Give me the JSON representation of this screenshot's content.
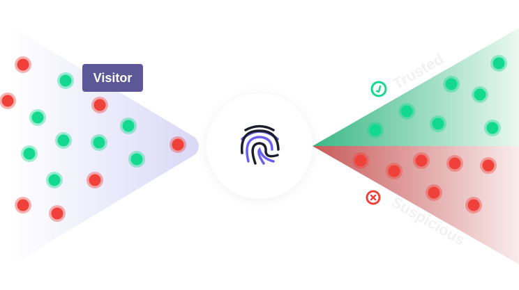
{
  "visitor_label": "Visitor",
  "trusted_label": "Trusted",
  "suspicious_label": "Suspicious",
  "colors": {
    "trusted": "#12d98f",
    "suspicious": "#f0403a",
    "accent": "#6a5ff0",
    "label_bg": "#5c5898"
  }
}
